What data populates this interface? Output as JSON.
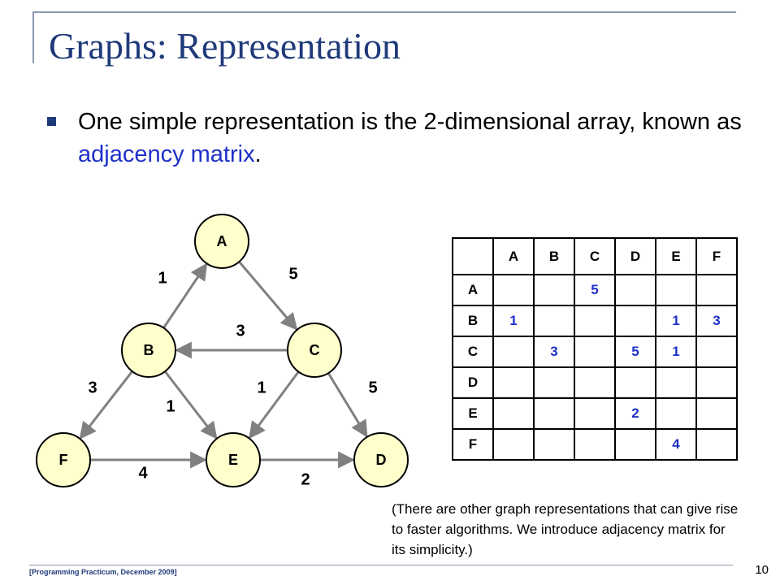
{
  "title": "Graphs: Representation",
  "bullet": {
    "text_before": "One simple representation is the 2-dimensional array, known as ",
    "highlight": "adjacency matrix",
    "text_after": "."
  },
  "graph": {
    "nodes": [
      {
        "id": "A",
        "label": "A"
      },
      {
        "id": "B",
        "label": "B"
      },
      {
        "id": "C",
        "label": "C"
      },
      {
        "id": "D",
        "label": "D"
      },
      {
        "id": "E",
        "label": "E"
      },
      {
        "id": "F",
        "label": "F"
      }
    ],
    "edges": [
      {
        "from": "B",
        "to": "A",
        "weight": "1"
      },
      {
        "from": "A",
        "to": "C",
        "weight": "5"
      },
      {
        "from": "C",
        "to": "B",
        "weight": "3"
      },
      {
        "from": "B",
        "to": "F",
        "weight": "3"
      },
      {
        "from": "B",
        "to": "E",
        "weight": "1"
      },
      {
        "from": "C",
        "to": "E",
        "weight": "1"
      },
      {
        "from": "C",
        "to": "D",
        "weight": "5"
      },
      {
        "from": "F",
        "to": "E",
        "weight": "4"
      },
      {
        "from": "E",
        "to": "D",
        "weight": "2"
      }
    ]
  },
  "matrix": {
    "headers": [
      "A",
      "B",
      "C",
      "D",
      "E",
      "F"
    ],
    "rows": [
      {
        "label": "A",
        "cells": [
          "",
          "",
          "5",
          "",
          "",
          ""
        ]
      },
      {
        "label": "B",
        "cells": [
          "1",
          "",
          "",
          "",
          "1",
          "3"
        ]
      },
      {
        "label": "C",
        "cells": [
          "",
          "3",
          "",
          "5",
          "1",
          ""
        ]
      },
      {
        "label": "D",
        "cells": [
          "",
          "",
          "",
          "",
          "",
          ""
        ]
      },
      {
        "label": "E",
        "cells": [
          "",
          "",
          "",
          "2",
          "",
          ""
        ]
      },
      {
        "label": "F",
        "cells": [
          "",
          "",
          "",
          "",
          "4",
          ""
        ]
      }
    ]
  },
  "note": "(There are other graph representations that can give rise to faster algorithms. We introduce adjacency matrix for its simplicity.)",
  "footer": "[Programming Practicum, December 2009]",
  "page_number": "10",
  "colors": {
    "title": "#1f3a7a",
    "accent": "#1f30c8",
    "node_fill": "#ffffcc",
    "edge": "#808080"
  }
}
